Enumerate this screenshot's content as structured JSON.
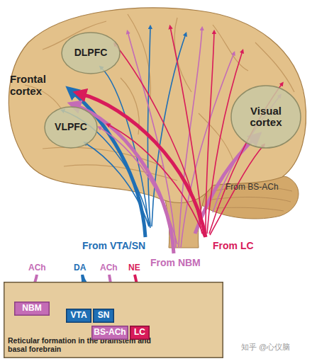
{
  "diagram": {
    "nodes": [
      {
        "text": [
          "DLPFC"
        ]
      },
      {
        "text": [
          "VLPFC"
        ]
      },
      {
        "text": [
          "Visual cortex"
        ]
      },
      {
        "text": [
          "Reticular formation in the brainstem and basal forebrain"
        ]
      },
      {
        "text": [
          "NBM"
        ],
        "in": 3
      },
      {
        "text": [
          "VTA"
        ],
        "in": 3
      },
      {
        "text": [
          "SN"
        ],
        "in": 3
      },
      {
        "text": [
          "BS-ACh"
        ],
        "in": 3
      },
      {
        "text": [
          "LC"
        ],
        "in": 3
      }
    ],
    "labels": [
      "Frontal cortex",
      "From BS-ACh",
      "From VTA/SN",
      "From NBM",
      "From LC",
      "ACh",
      "DA",
      "ACh",
      "NE",
      "知乎 @心仪脑"
    ]
  }
}
